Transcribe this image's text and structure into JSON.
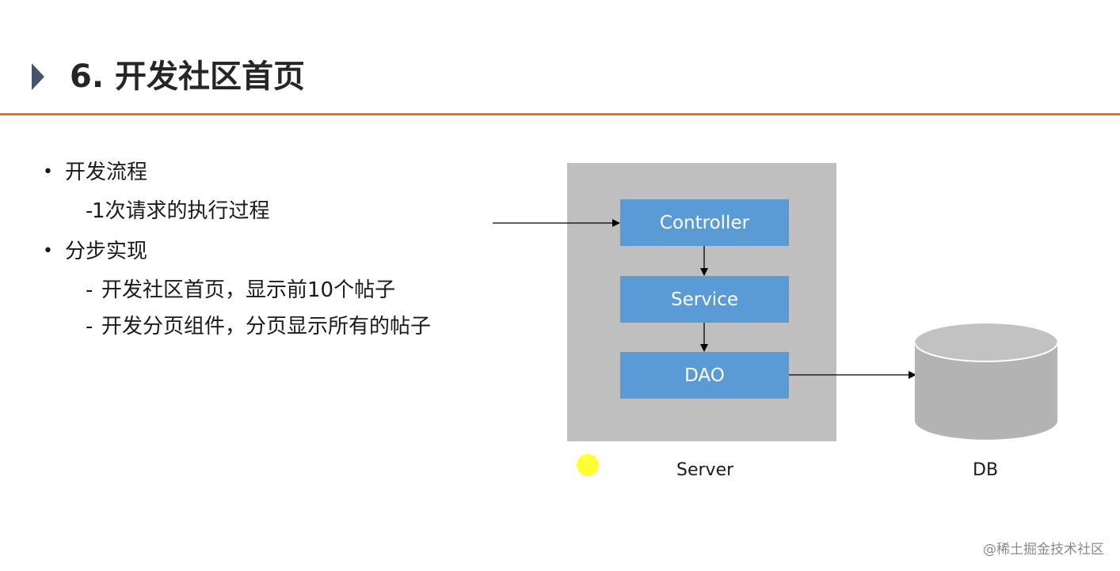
{
  "title": "6. 开发社区首页",
  "bullets": [
    {
      "label": "开发流程",
      "subs": [
        "1次请求的执行过程"
      ]
    },
    {
      "label": "分步实现",
      "subs": [
        "开发社区首页，显示前10个帖子",
        "开发分页组件，分页显示所有的帖子"
      ]
    }
  ],
  "diagram": {
    "layers": [
      "Controller",
      "Service",
      "DAO"
    ],
    "server_label": "Server",
    "db_label": "DB"
  },
  "watermark": "@稀土掘金技术社区",
  "colors": {
    "accent_rule": "#e0702a",
    "title_marker": "#44546a",
    "layer_fill": "#5b9bd5",
    "server_fill": "#bfbfbf",
    "db_fill": "#b3b3b3",
    "cursor_highlight": "#ffff33"
  },
  "icons": {
    "title_marker": "triangle-right-icon"
  }
}
